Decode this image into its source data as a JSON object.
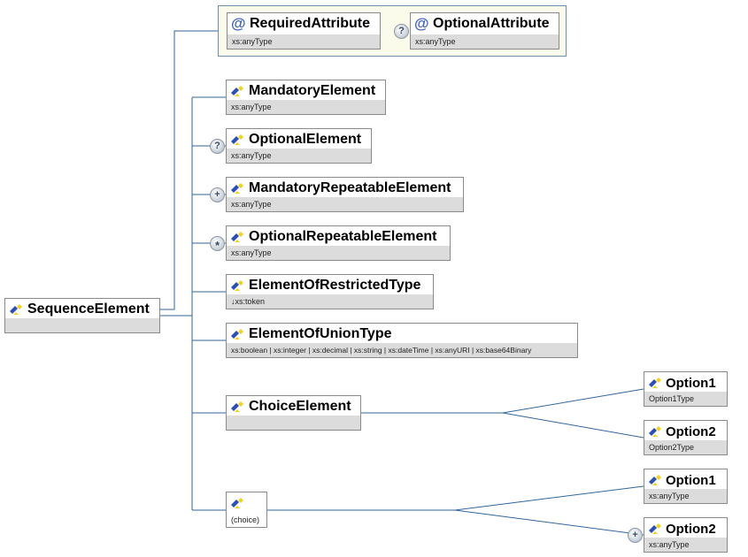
{
  "attributes": {
    "required": {
      "name": "RequiredAttribute",
      "type": "xs:anyType"
    },
    "optional": {
      "name": "OptionalAttribute",
      "type": "xs:anyType",
      "badge": "?"
    }
  },
  "root": {
    "name": "SequenceElement"
  },
  "elements": {
    "mandatory": {
      "name": "MandatoryElement",
      "type": "xs:anyType"
    },
    "optional": {
      "name": "OptionalElement",
      "type": "xs:anyType",
      "badge": "?"
    },
    "mandatory_repeatable": {
      "name": "MandatoryRepeatableElement",
      "type": "xs:anyType",
      "badge": "+"
    },
    "optional_repeatable": {
      "name": "OptionalRepeatableElement",
      "type": "xs:anyType",
      "badge": "*"
    },
    "restricted": {
      "name": "ElementOfRestrictedType",
      "type": "↓xs:token"
    },
    "union": {
      "name": "ElementOfUnionType",
      "type": "xs:boolean | xs:integer | xs:decimal | xs:string | xs:dateTime | xs:anyURI | xs:base64Binary"
    },
    "choice_element": {
      "name": "ChoiceElement"
    },
    "choice_group": {
      "label": "(choice)"
    }
  },
  "choice_element_options": [
    {
      "name": "Option1",
      "type": "Option1Type"
    },
    {
      "name": "Option2",
      "type": "Option2Type"
    }
  ],
  "choice_group_options": [
    {
      "name": "Option1",
      "type": "xs:anyType"
    },
    {
      "name": "Option2",
      "type": "xs:anyType",
      "badge": "+"
    }
  ],
  "colors": {
    "connector": "#336699",
    "attribute_group_bg": "#fbfbeb",
    "type_band": "#dcdcdc",
    "icon_blue": "#2b4fb8",
    "icon_yellow": "#f2d31b"
  }
}
